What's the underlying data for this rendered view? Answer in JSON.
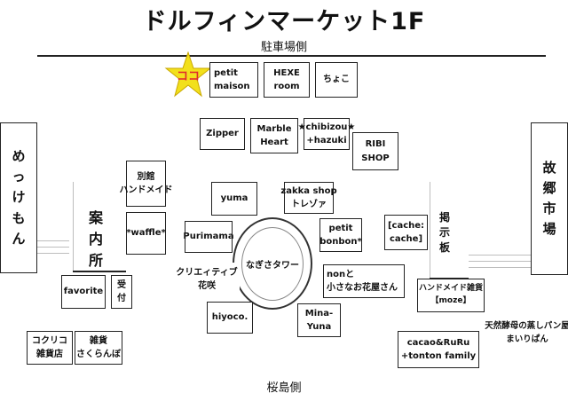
{
  "title": "ドルフィンマーケット1F",
  "top_label": "駐車場側",
  "bottom_label": "桜島側",
  "here_marker": "ココ",
  "side_left": "めっけもん",
  "side_right": "故郷市場",
  "info": "案内所",
  "board": "掲示板",
  "tower": "なぎさタワー",
  "stores": {
    "petit_maison": [
      "petit",
      "maison"
    ],
    "hexe_room": [
      "HEXE",
      "room"
    ],
    "chiyoko": [
      "ちょこ"
    ],
    "zipper": [
      "Zipper"
    ],
    "marble_heart": [
      "Marble",
      "Heart"
    ],
    "chibizou": [
      "★chibizou★",
      "+hazuki"
    ],
    "ribi_shop": [
      "RIBI",
      "SHOP"
    ],
    "bekkan": [
      "別館",
      "ハンドメイド"
    ],
    "waffle": [
      "*waffle*"
    ],
    "yuma": [
      "yuma"
    ],
    "zakka": [
      "zakka shop",
      "トレゾァ"
    ],
    "purimama": [
      "Purimama"
    ],
    "petit_bonbon": [
      "petit",
      "bonbon*"
    ],
    "cache": [
      "[cache:",
      "cache]"
    ],
    "creative": [
      "クリエィティブ",
      "花咲"
    ],
    "non": [
      "nonと",
      "小さなお花屋さん"
    ],
    "favorite": [
      "favorite"
    ],
    "uketsuke": [
      "受",
      "付"
    ],
    "handmade_moze": [
      "ハンドメイド雑貨",
      "【moze】"
    ],
    "hiyoco": [
      "hiyoco."
    ],
    "mina_yuna": [
      "Mina-",
      "Yuna"
    ],
    "tennen": [
      "天然酵母の蒸しパン屋",
      "まいりぱん"
    ],
    "kokuriko": [
      "コクリコ",
      "雑貨店"
    ],
    "sakuranbo": [
      "雑貨",
      "さくらんぼ"
    ],
    "cacao": [
      "cacao&RuRu",
      "+tonton family"
    ]
  },
  "colors": {
    "star": "#f2e01c",
    "marker_text": "#e0282d",
    "line": "#222222",
    "ghost": "#bdbdbd"
  }
}
